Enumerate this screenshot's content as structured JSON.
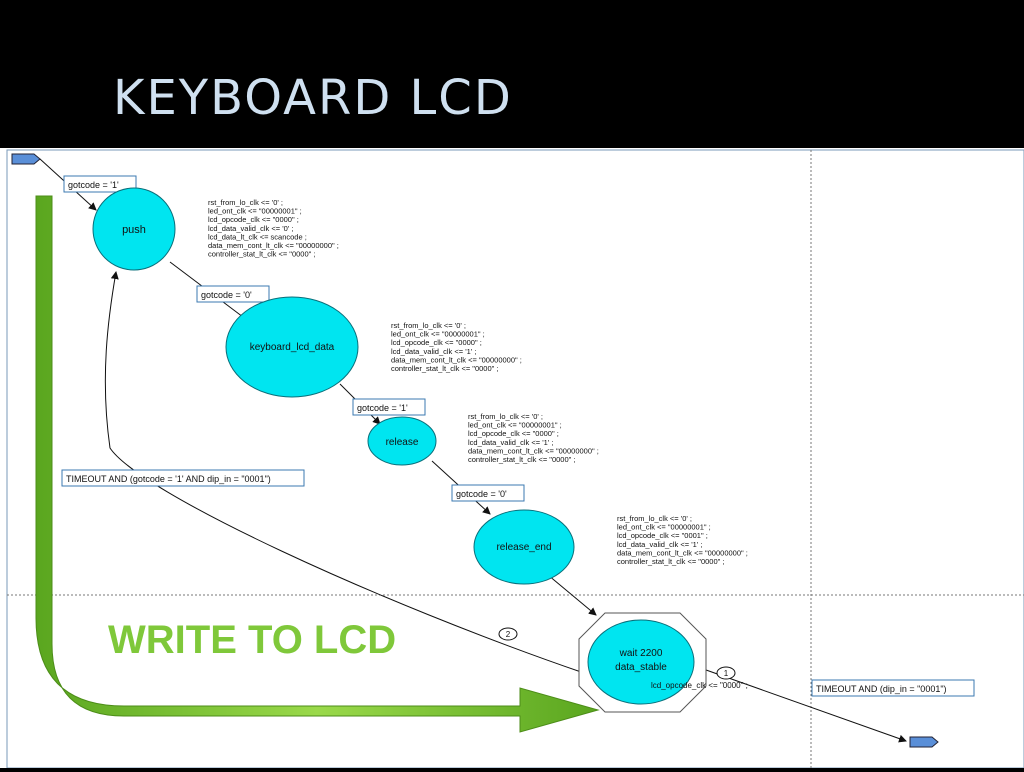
{
  "slide": {
    "title": "KEYBOARD  LCD"
  },
  "callout": {
    "text": "WRITE TO LCD",
    "color": "#7fc83a"
  },
  "colors": {
    "state_fill": "#00e5f0",
    "state_stroke": "#0a6f7a",
    "box_stroke": "#3b78b0"
  },
  "states": {
    "push": {
      "name": "push",
      "actions": [
        "rst_from_lo_clk <= '0' ;",
        "led_ont_clk <= \"00000001\" ;",
        "lcd_opcode_clk <= \"0000\" ;",
        "lcd_data_valid_clk <= '0' ;",
        "lcd_data_lt_clk <= scancode ;",
        "data_mem_cont_lt_clk <= \"00000000\" ;",
        "controller_stat_lt_clk <= \"0000\" ;"
      ]
    },
    "keyboard_lcd_data": {
      "name": "keyboard_lcd_data",
      "actions": [
        "rst_from_lo_clk <= '0' ;",
        "led_ont_clk <= \"00000001\" ;",
        "lcd_opcode_clk <= \"0000\" ;",
        "lcd_data_valid_clk <= '1' ;",
        "data_mem_cont_lt_clk <= \"00000000\" ;",
        "controller_stat_lt_clk <= \"0000\" ;"
      ]
    },
    "release": {
      "name": "release",
      "actions": [
        "rst_from_lo_clk <= '0' ;",
        "led_ont_clk <= \"00000001\" ;",
        "lcd_opcode_clk <= \"0000\" ;",
        "lcd_data_valid_clk <= '1' ;",
        "data_mem_cont_lt_clk <= \"00000000\" ;",
        "controller_stat_lt_clk <= \"0000\" ;"
      ]
    },
    "release_end": {
      "name": "release_end",
      "actions": [
        "rst_from_lo_clk <= '0' ;",
        "led_ont_clk <= \"00000001\" ;",
        "lcd_opcode_clk <= \"0001\" ;",
        "lcd_data_valid_clk <= '1' ;",
        "data_mem_cont_lt_clk <= \"00000000\" ;",
        "controller_stat_lt_clk <= \"0000\" ;"
      ]
    },
    "wait": {
      "line1": "wait 2200",
      "line2": "data_stable",
      "action": "lcd_opcode_clk <= \"0000\" ;"
    }
  },
  "conditions": {
    "c1": "gotcode = '1'",
    "c2": "gotcode = '0'",
    "c3": "gotcode = '1'",
    "c4": "gotcode = '0'",
    "timeout_push": "TIMEOUT AND (gotcode = '1' AND dip_in = \"0001\")",
    "timeout_exit": "TIMEOUT AND (dip_in = \"0001\")"
  },
  "priorities": {
    "p1": "1",
    "p2": "2"
  }
}
